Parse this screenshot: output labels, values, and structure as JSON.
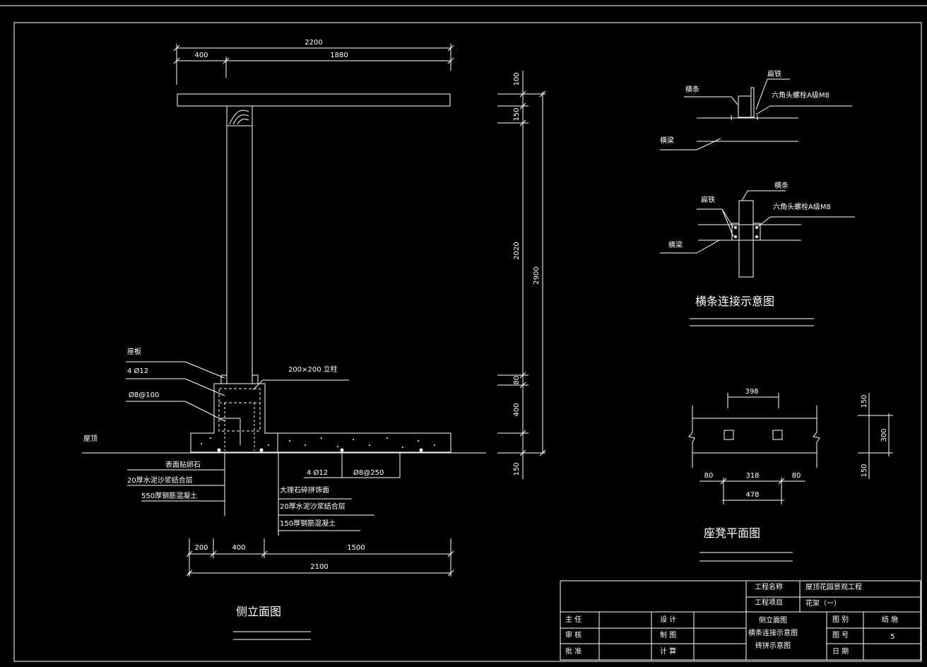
{
  "side_elevation": {
    "title": "侧立面图",
    "top_dims": {
      "total": "2200",
      "left": "400",
      "right": "1880"
    },
    "right_dims": {
      "d100": "100",
      "d150": "150",
      "d2020": "2020",
      "d2900": "2900",
      "d80": "80",
      "d400": "400",
      "d150b": "150"
    },
    "bottom_dims": {
      "d200": "200",
      "d400": "400",
      "d1500": "1500",
      "d2100": "2100"
    },
    "labels": {
      "column_base": "座板",
      "rebar_4phi": "4 Ø12",
      "stirrup": "Ø8@100",
      "column_size": "200×200 立柱",
      "roof": "屋顶",
      "rebar_4phi_2": "4 Ø12",
      "rebar_8_250": "Ø8@250",
      "left_layer1": "表面贴卵石",
      "left_layer2": "20厚水泥沙浆结合层",
      "left_layer3": "550厚钢筋混凝土",
      "right_layer1": "大理石碎拼饰面",
      "right_layer2": "20厚水泥沙浆结合层",
      "right_layer3": "150厚钢筋混凝土"
    }
  },
  "purlin_detail": {
    "title": "横条连接示意图",
    "top": {
      "purlin": "横条",
      "angle_steel": "扁铁",
      "bolt": "六角头螺栓A级M8",
      "beam": "横梁"
    },
    "bottom": {
      "angle_steel": "扁铁",
      "purlin": "横条",
      "bolt": "六角头螺栓A级M8",
      "beam": "横梁"
    }
  },
  "bench_plan": {
    "title": "座凳平面图",
    "dims": {
      "d398": "398",
      "d80a": "80",
      "d318": "318",
      "d80b": "80",
      "d478": "478",
      "d150a": "150",
      "d300": "300",
      "d150b": "150"
    }
  },
  "title_block": {
    "project_name_label": "工程名称",
    "project_name": "屋顶花园景观工程",
    "project_item_label": "工程项目",
    "project_item": "花架（一）",
    "roles": [
      {
        "role": "主  任",
        "role2": "设  计"
      },
      {
        "role": "审  核",
        "role2": "制  图"
      },
      {
        "role": "批  准",
        "role2": "计  算"
      }
    ],
    "drawing_contents": [
      "侧立面图",
      "横条连接示意图",
      "砖拼示意图"
    ],
    "fields": [
      {
        "label": "图  别",
        "value": "结 施"
      },
      {
        "label": "图  号",
        "value": "5"
      },
      {
        "label": "日  期",
        "value": ""
      }
    ]
  }
}
